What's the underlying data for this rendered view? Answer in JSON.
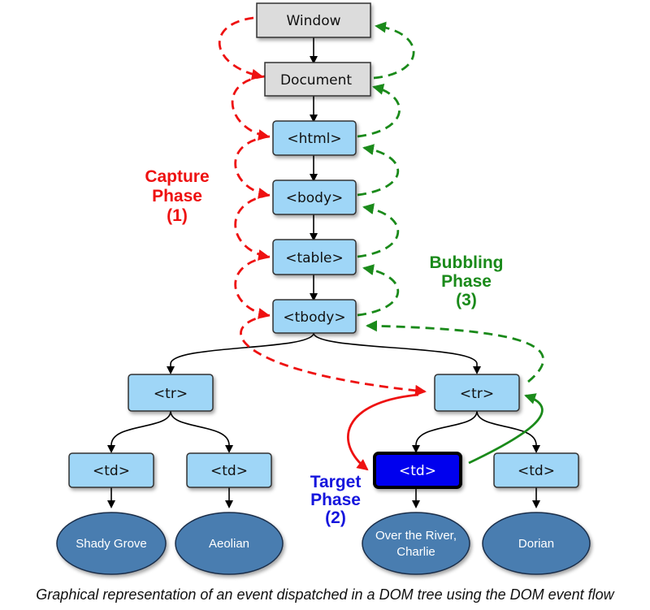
{
  "nodes": {
    "window": "Window",
    "document": "Document",
    "html": "<html>",
    "body": "<body>",
    "table": "<table>",
    "tbody": "<tbody>",
    "tr_left": "<tr>",
    "tr_right": "<tr>",
    "td_1": "<td>",
    "td_2": "<td>",
    "td_target": "<td>",
    "td_4": "<td>"
  },
  "leaves": {
    "leaf_1": "Shady Grove",
    "leaf_2": "Aeolian",
    "leaf_3_line1": "Over the River,",
    "leaf_3_line2": "Charlie",
    "leaf_4": "Dorian"
  },
  "phases": {
    "capture_line1": "Capture",
    "capture_line2": "Phase",
    "capture_line3": "(1)",
    "bubbling_line1": "Bubbling",
    "bubbling_line2": "Phase",
    "bubbling_line3": "(3)",
    "target_line1": "Target",
    "target_line2": "Phase",
    "target_line3": "(2)"
  },
  "caption": "Graphical representation of an event dispatched in a DOM tree using the DOM event flow",
  "colors": {
    "capture": "#ee1111",
    "bubbling": "#1a8a1a",
    "target": "#1515dd",
    "gray_node": "#dcdcdc",
    "blue_node": "#9fd6f7",
    "leaf": "#4a7db0"
  }
}
